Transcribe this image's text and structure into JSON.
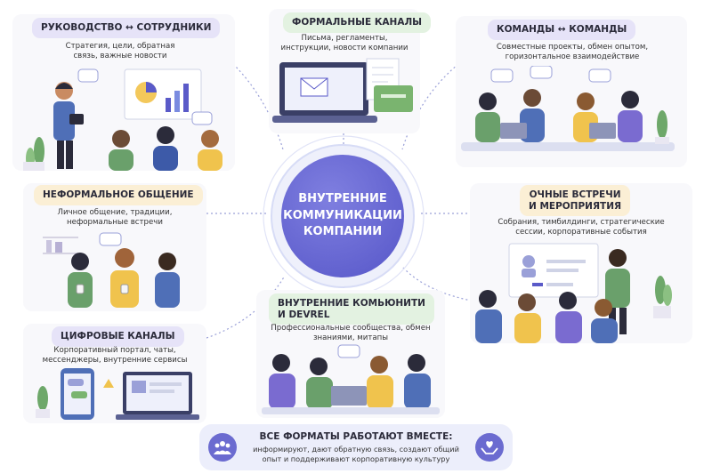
{
  "center": {
    "line1": "ВНУТРЕННИЕ",
    "line2": "КОММУНИКАЦИИ",
    "line3": "КОМПАНИИ"
  },
  "nodes": {
    "management": {
      "title": "РУКОВОДСТВО ↔ СОТРУДНИКИ",
      "desc": "Стратегия, цели, обратная связь, важные новости",
      "color": "#e6e3f8"
    },
    "formal": {
      "title": "ФОРМАЛЬНЫЕ КАНАЛЫ",
      "desc": "Письма, регламенты, инструкции, новости компании",
      "color": "#e3f2e1"
    },
    "teams": {
      "title": "КОМАНДЫ ↔ КОМАНДЫ",
      "desc": "Совместные проекты, обмен опытом, горизонтальное взаимодействие",
      "color": "#e6e3f8"
    },
    "informal": {
      "title": "НЕФОРМАЛЬНОЕ ОБЩЕНИЕ",
      "desc": "Личное общение, традиции, неформальные встречи",
      "color": "#fbefd5"
    },
    "meetings": {
      "title_line1": "ОЧНЫЕ ВСТРЕЧИ",
      "title_line2": "И МЕРОПРИЯТИЯ",
      "desc": "Собрания, тимбилдинги, стратегические сессии, корпоративные события",
      "color": "#fbefd5"
    },
    "communities": {
      "title_line1": "ВНУТРЕННИЕ КОМЬЮНИТИ",
      "title_line2": "И DEVREL",
      "desc": "Профессиональные сообщества, обмен знаниями, митапы",
      "color": "#e3f2e1"
    },
    "digital": {
      "title": "ЦИФРОВЫЕ КАНАЛЫ",
      "desc": "Корпоративный портал, чаты, мессенджеры, внутренние сервисы",
      "color": "#e6e3f8"
    }
  },
  "footer": {
    "title": "ВСЕ ФОРМАТЫ РАБОТАЮТ ВМЕСТЕ:",
    "text": "информируют, дают обратную связь, создают общий опыт и поддерживают корпоративную культуру",
    "left_icon": "people-group-icon",
    "right_icon": "heart-hands-icon"
  },
  "colors": {
    "accent": "#5a5ac8",
    "lavender": "#e6e3f8",
    "mint": "#e3f2e1",
    "peach": "#fbefd5"
  }
}
